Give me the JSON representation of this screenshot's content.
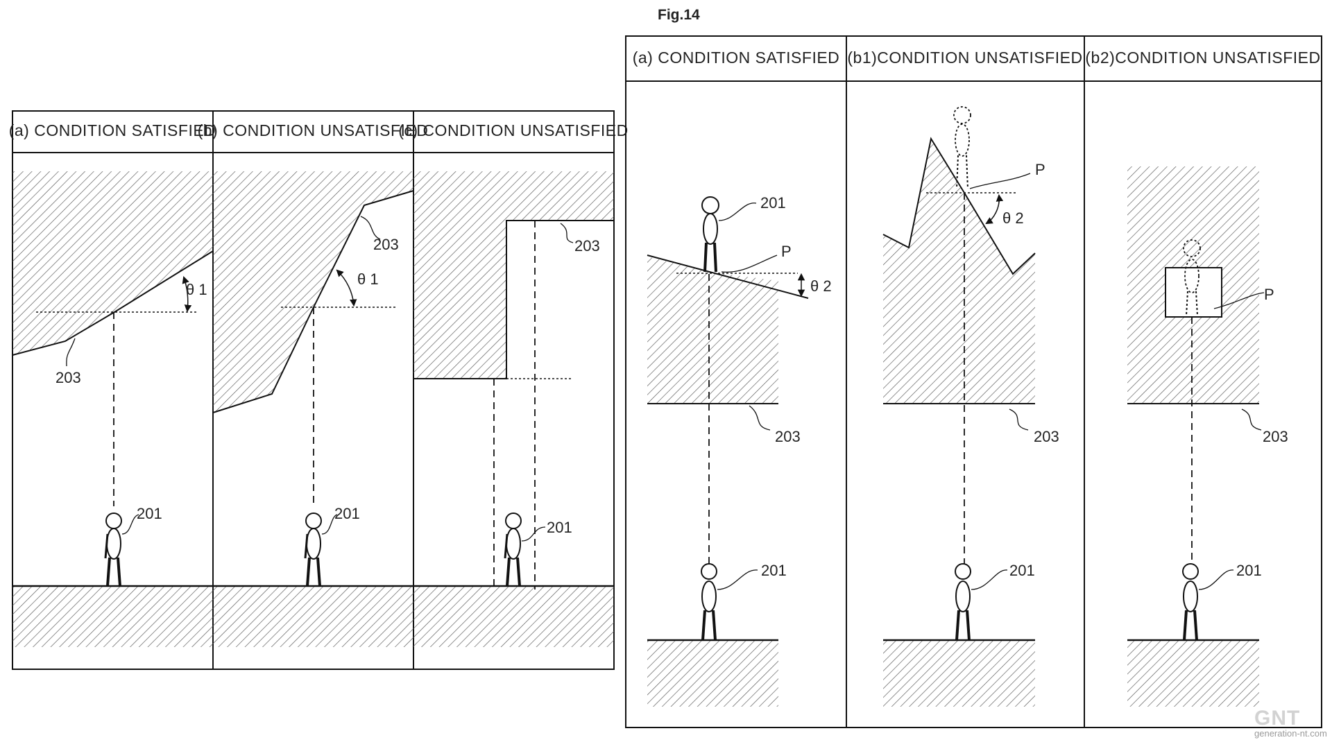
{
  "figure_label": "Fig.14",
  "left_figure": {
    "panels": [
      {
        "header": "(a) CONDITION SATISFIED",
        "labels": {
          "surface": "203",
          "character": "201",
          "angle": "θ 1"
        }
      },
      {
        "header": "(b) CONDITION UNSATISFIED",
        "labels": {
          "surface": "203",
          "character": "201",
          "angle": "θ 1"
        }
      },
      {
        "header": "(c) CONDITION UNSATISFIED",
        "labels": {
          "surface": "203",
          "character": "201"
        }
      }
    ]
  },
  "right_figure": {
    "panels": [
      {
        "header": "(a) CONDITION SATISFIED",
        "labels": {
          "surface": "203",
          "character": "201",
          "point": "P",
          "angle": "θ 2"
        }
      },
      {
        "header": "(b1)CONDITION UNSATISFIED",
        "labels": {
          "surface": "203",
          "character": "201",
          "point": "P",
          "angle": "θ 2"
        }
      },
      {
        "header": "(b2)CONDITION UNSATISFIED",
        "labels": {
          "surface": "203",
          "character": "201",
          "point": "P"
        }
      }
    ]
  },
  "watermark": {
    "logo": "GNT",
    "site": "generation-nt.com"
  }
}
